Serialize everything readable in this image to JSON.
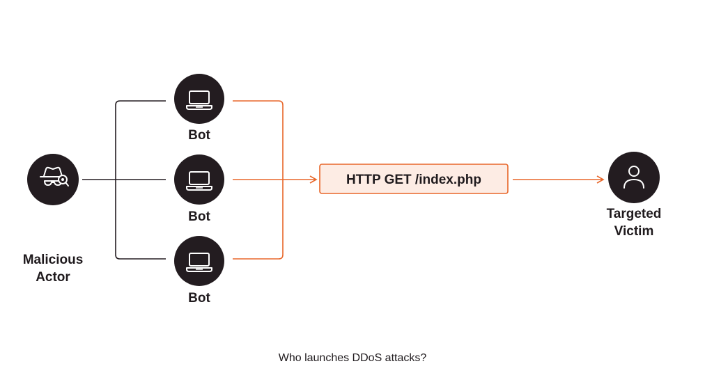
{
  "actor": {
    "label_line1": "Malicious",
    "label_line2": "Actor",
    "icon": "spy-icon"
  },
  "bots": [
    {
      "label": "Bot",
      "icon": "laptop-icon"
    },
    {
      "label": "Bot",
      "icon": "laptop-icon"
    },
    {
      "label": "Bot",
      "icon": "laptop-icon"
    }
  ],
  "request": {
    "label": "HTTP GET /index.php"
  },
  "victim": {
    "label_line1": "Targeted",
    "label_line2": "Victim",
    "icon": "user-icon"
  },
  "caption": "Who launches DDoS attacks?",
  "colors": {
    "node": "#231c20",
    "accent": "#e8672a",
    "request_bg": "#fdecE4",
    "line": "#231c20"
  }
}
